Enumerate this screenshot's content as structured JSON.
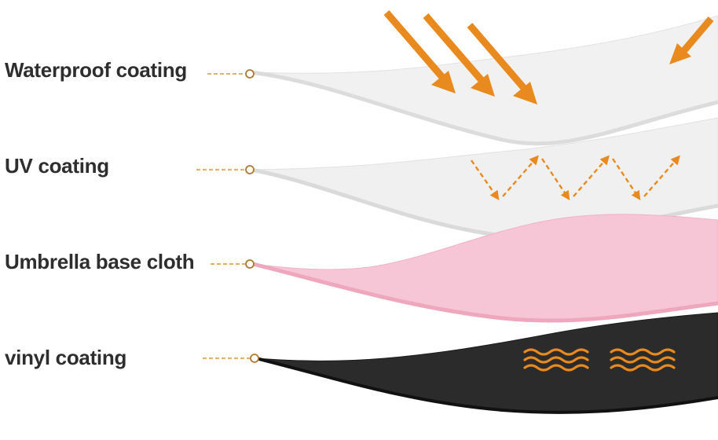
{
  "layers": [
    {
      "label": "Waterproof coating",
      "fill": "#f1f1f1"
    },
    {
      "label": "UV coating",
      "fill": "#f0f0f0"
    },
    {
      "label": "Umbrella base cloth",
      "fill": "#f7c6d6"
    },
    {
      "label": "vinyl coating",
      "fill": "#2b2b2b"
    }
  ],
  "colors": {
    "accent": "#e88a1e",
    "label_text": "#2e2e2e",
    "leader_line": "#d8963a"
  },
  "icons": {
    "sun_rays": "diagonal-arrow-icon",
    "uv_reflection": "zigzag-arrow-icon",
    "heat": "wave-icon"
  }
}
